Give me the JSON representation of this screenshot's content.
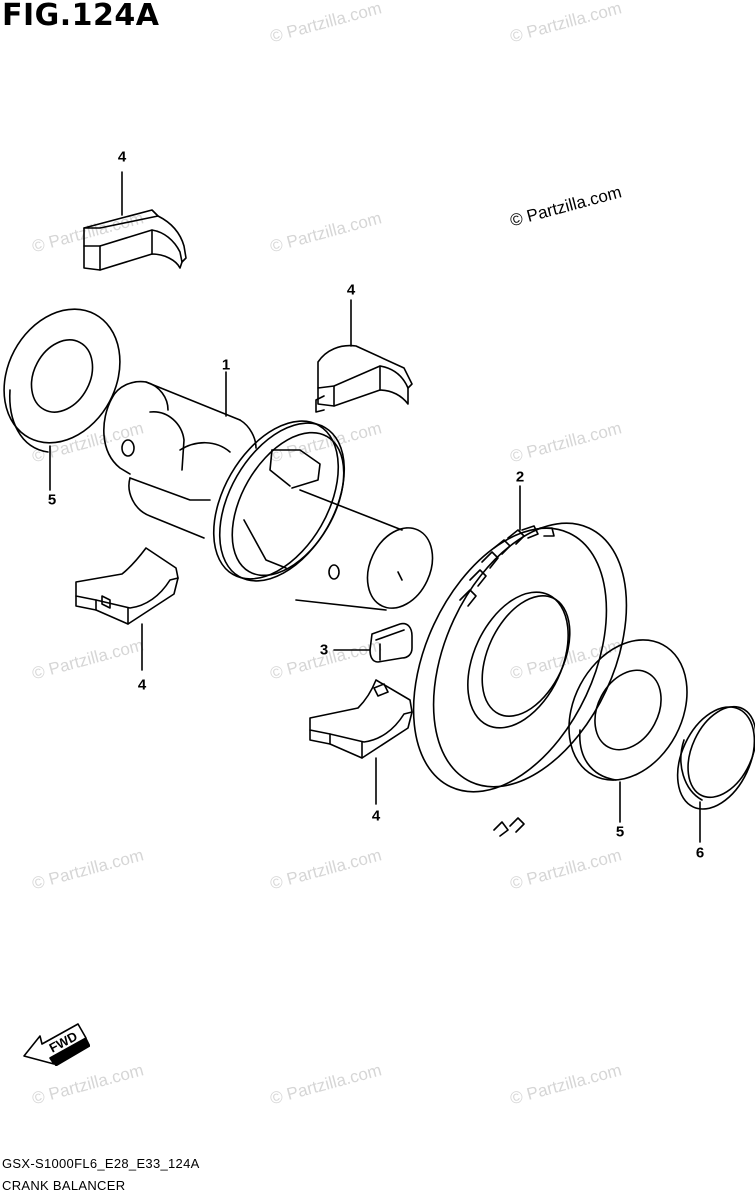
{
  "figure_title": "FIG.124A",
  "copyright": "© Partzilla.com",
  "watermark_text": "© Partzilla.com",
  "callouts": [
    {
      "id": "c4a",
      "label": "4"
    },
    {
      "id": "c4b",
      "label": "4"
    },
    {
      "id": "c1",
      "label": "1"
    },
    {
      "id": "c5a",
      "label": "5"
    },
    {
      "id": "c2",
      "label": "2"
    },
    {
      "id": "c3",
      "label": "3"
    },
    {
      "id": "c4c",
      "label": "4"
    },
    {
      "id": "c4d",
      "label": "4"
    },
    {
      "id": "c5b",
      "label": "5"
    },
    {
      "id": "c6",
      "label": "6"
    }
  ],
  "fwd_label": "FWD",
  "model_code": "GSX-S1000FL6_E28_E33_124A",
  "section_name": "CRANK BALANCER",
  "line_color": "#000000",
  "watermark_color": "#d6d6d6"
}
